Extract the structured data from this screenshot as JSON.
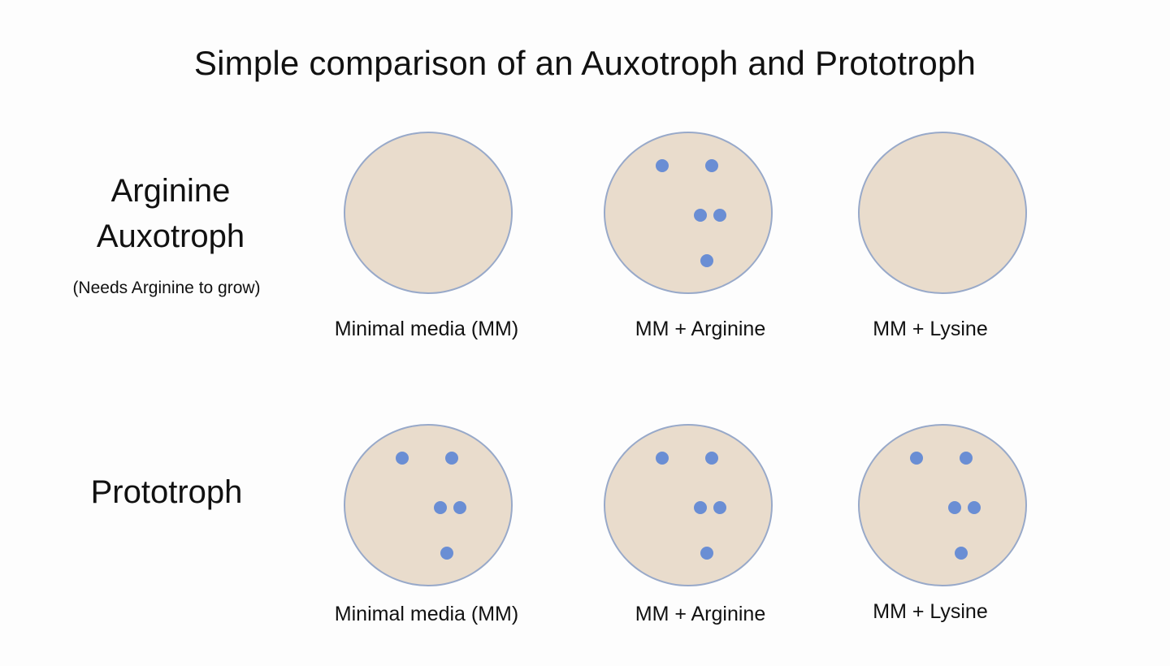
{
  "title": "Simple comparison of an Auxotroph and Prototroph",
  "rows": [
    {
      "label_line1": "Arginine",
      "label_line2": "Auxotroph",
      "note": "(Needs Arginine to grow)",
      "plates": [
        {
          "medium": "Minimal media (MM)",
          "colony_count": 0
        },
        {
          "medium": "MM + Arginine",
          "colony_count": 5
        },
        {
          "medium": "MM + Lysine",
          "colony_count": 0
        }
      ]
    },
    {
      "label": "Prototroph",
      "plates": [
        {
          "medium": "Minimal media (MM)",
          "colony_count": 5
        },
        {
          "medium": "MM + Arginine",
          "colony_count": 5
        },
        {
          "medium": "MM + Lysine",
          "colony_count": 5
        }
      ]
    }
  ],
  "colors": {
    "plate_fill": "#e9dccc",
    "plate_border": "#98a9c9",
    "colony": "#6a8ed4"
  }
}
